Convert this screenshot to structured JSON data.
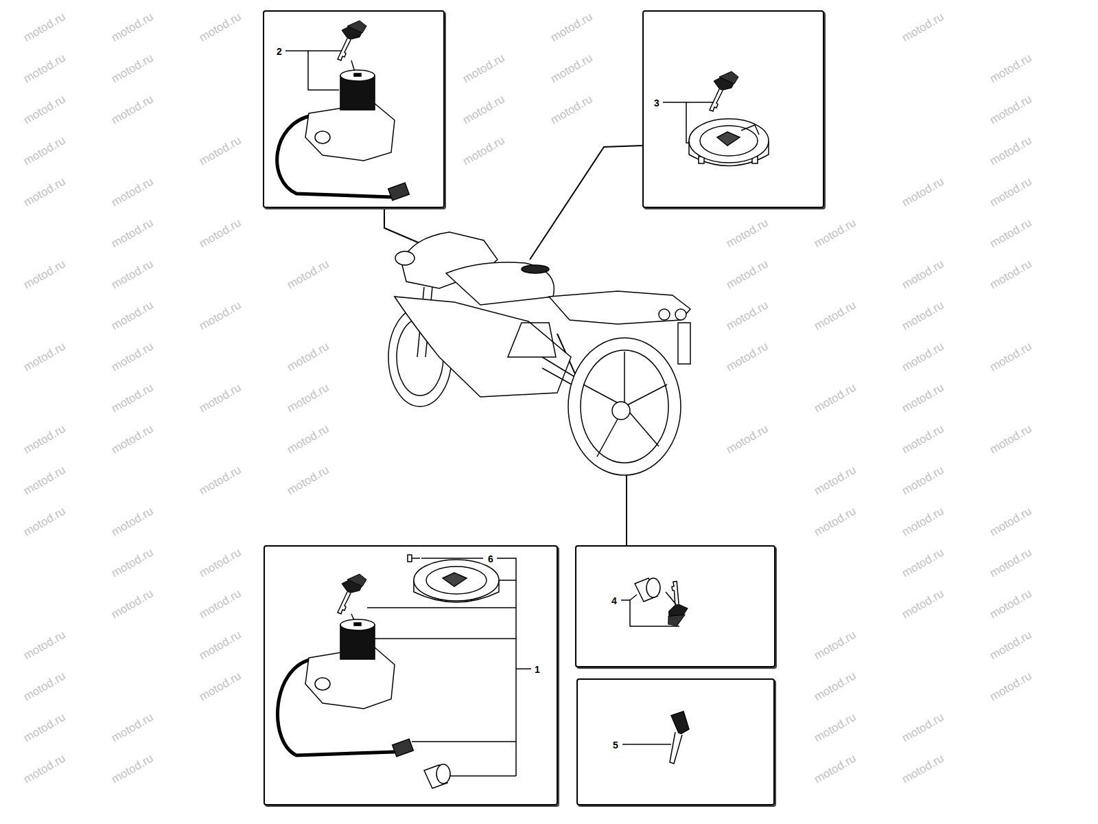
{
  "diagram": {
    "nodes": [
      {
        "text": [
          "2"
        ]
      },
      {
        "text": [
          "3"
        ]
      },
      {
        "text": [
          "6",
          "1"
        ]
      },
      {
        "text": [
          "4"
        ]
      },
      {
        "text": [
          "5"
        ]
      }
    ],
    "labels": [
      "motod.ru",
      "motod.ru",
      "motod.ru",
      "motod.ru",
      "motod.ru",
      "motod.ru",
      "motod.ru",
      "motod.ru",
      "motod.ru",
      "motod.ru",
      "motod.ru",
      "motod.ru",
      "motod.ru",
      "motod.ru",
      "motod.ru",
      "motod.ru",
      "motod.ru",
      "motod.ru",
      "motod.ru",
      "motod.ru",
      "motod.ru",
      "motod.ru",
      "motod.ru",
      "motod.ru",
      "motod.ru",
      "motod.ru",
      "motod.ru",
      "motod.ru",
      "motod.ru",
      "motod.ru",
      "motod.ru",
      "motod.ru",
      "motod.ru",
      "motod.ru",
      "motod.ru",
      "motod.ru",
      "motod.ru",
      "motod.ru",
      "motod.ru",
      "motod.ru",
      "motod.ru",
      "motod.ru",
      "motod.ru",
      "motod.ru",
      "motod.ru",
      "motod.ru",
      "motod.ru",
      "motod.ru",
      "motod.ru",
      "motod.ru",
      "motod.ru",
      "motod.ru",
      "motod.ru",
      "motod.ru",
      "motod.ru",
      "motod.ru",
      "motod.ru",
      "motod.ru",
      "motod.ru",
      "motod.ru",
      "motod.ru",
      "motod.ru",
      "motod.ru",
      "motod.ru",
      "motod.ru",
      "motod.ru",
      "motod.ru",
      "motod.ru",
      "motod.ru",
      "motod.ru",
      "motod.ru",
      "motod.ru",
      "motod.ru",
      "motod.ru",
      "motod.ru",
      "motod.ru",
      "motod.ru",
      "motod.ru",
      "motod.ru",
      "motod.ru",
      "motod.ru",
      "motod.ru",
      "motod.ru",
      "motod.ru",
      "motod.ru",
      "motod.ru",
      "motod.ru",
      "motod.ru",
      "motod.ru",
      "motod.ru"
    ]
  }
}
